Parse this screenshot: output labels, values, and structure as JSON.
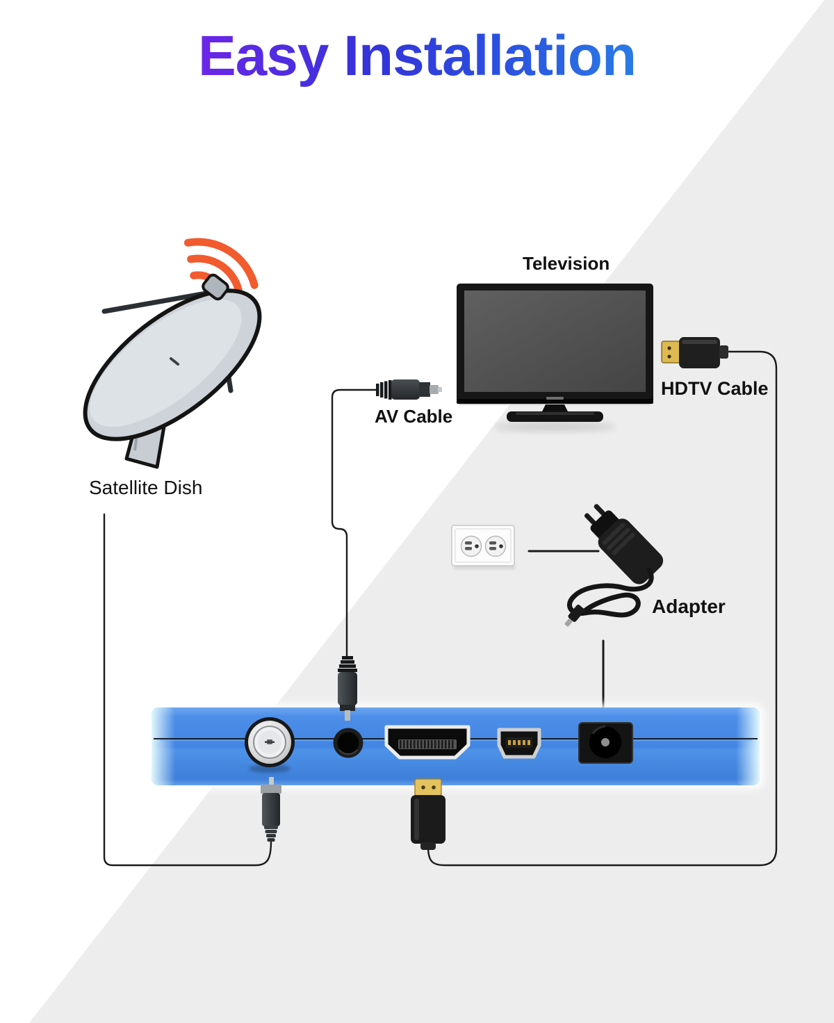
{
  "title": {
    "text": "Easy Installation"
  },
  "labels": {
    "satellite_dish": "Satellite Dish",
    "television": "Television",
    "hdtv_cable": "HDTV Cable",
    "av_cable": "AV Cable",
    "adapter": "Adapter"
  },
  "colors": {
    "title_gradient_start": "#c513ee",
    "title_gradient_mid": "#2b50e0",
    "title_gradient_end": "#28cdf2",
    "background_diagonal": "#ededed",
    "receiver_box_blue": "#4486e2",
    "signal_wave_orange": "#f15b2e",
    "hdmi_gold": "#ddb952",
    "connection_line": "#1a1a1a"
  },
  "components": [
    {
      "name": "satellite-dish-illustration"
    },
    {
      "name": "television-illustration"
    },
    {
      "name": "hdtv-cable-connector"
    },
    {
      "name": "av-cable-connector"
    },
    {
      "name": "power-outlet"
    },
    {
      "name": "power-adapter"
    },
    {
      "name": "receiver-box",
      "ports": [
        "satellite-in-port",
        "av-jack-port",
        "hdmi-port",
        "mini-usb-port",
        "dc-power-port"
      ]
    }
  ]
}
